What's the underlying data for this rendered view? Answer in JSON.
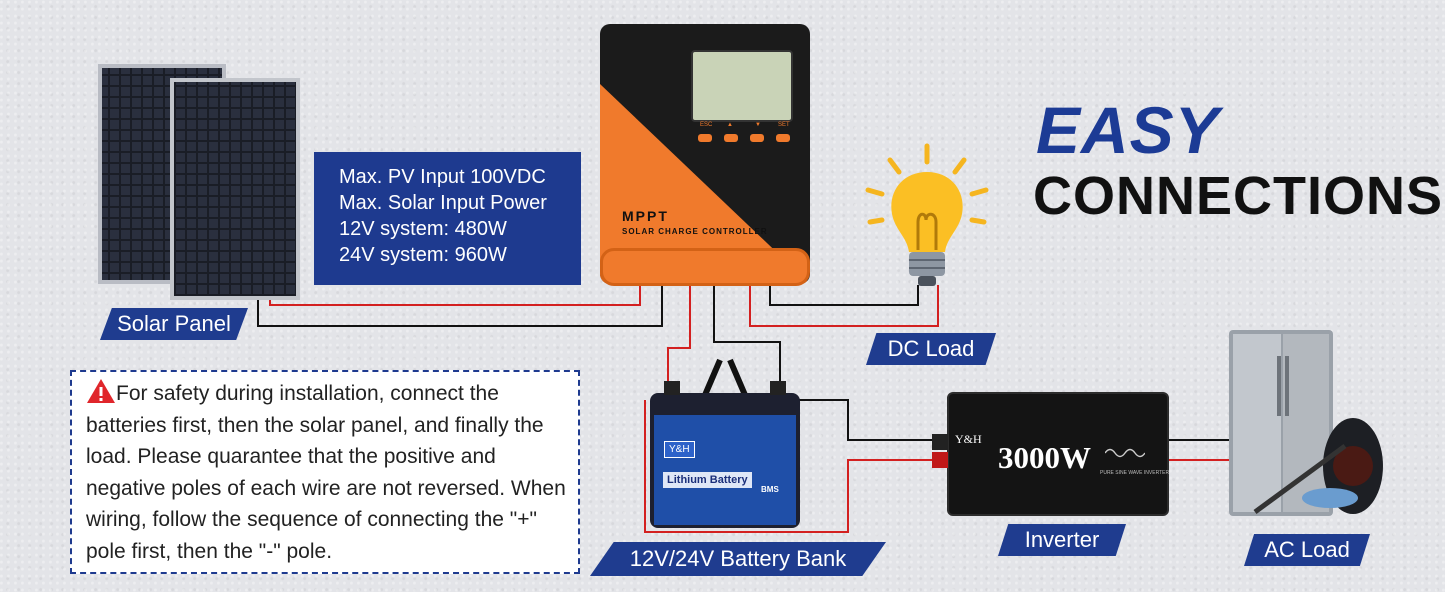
{
  "headline": {
    "line1": "EASY",
    "line2": "CONNECTIONS"
  },
  "spec_box": {
    "lines": [
      "Max. PV Input 100VDC",
      "Max.  Solar Input Power",
      "12V system: 480W",
      "24V system: 960W"
    ]
  },
  "controller": {
    "brand": "MPPT",
    "subtitle": "SOLAR CHARGE CONTROLLER",
    "buttons": [
      "ESC",
      "▲",
      "▼",
      "SET"
    ]
  },
  "labels": {
    "solar_panel": "Solar Panel",
    "dc_load": "DC Load",
    "battery_bank": "12V/24V Battery Bank",
    "inverter": "Inverter",
    "ac_load": "AC Load"
  },
  "battery": {
    "brand": "Y&H",
    "text": "Lithium Battery",
    "badge": "BMS"
  },
  "inverter": {
    "brand": "Y&H",
    "power": "3000W",
    "subtitle": "PURE SINE WAVE INVERTER"
  },
  "safety_note": {
    "icon": "warning-icon",
    "text": "For safety during installation, connect the batteries first, then the solar panel, and finally the load. Please quarantee that the positive and negative poles of each wire are not reversed. When wiring, follow the sequence of connecting the \"+\" pole first, then the \"-\" pole."
  },
  "colors": {
    "accent_blue": "#1e3a8f",
    "orange": "#f07a2c",
    "wire_red": "#d32020",
    "wire_black": "#111111"
  }
}
